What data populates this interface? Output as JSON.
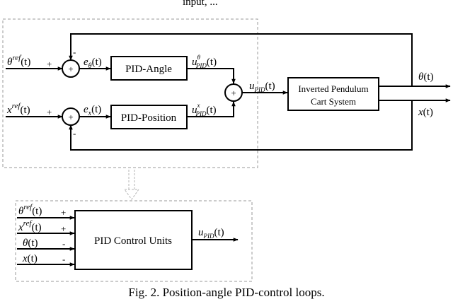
{
  "top_partial_text": "input, ...",
  "blocks": {
    "pid_angle": "PID-Angle",
    "pid_position": "PID-Position",
    "plant_line1": "Inverted Pendulum",
    "plant_line2": "Cart System",
    "pid_units": "PID Control Units"
  },
  "signals": {
    "theta": "θ",
    "x": "x",
    "e": "e",
    "u": "u",
    "ref": "ref",
    "pid": "PID",
    "of_t": "(t)",
    "theta_sup": "θ",
    "x_sup": "x"
  },
  "signs": {
    "plus": "+",
    "minus": "-",
    "sum_plus": "+"
  },
  "caption": "Fig. 2.  Position-angle PID-control loops."
}
